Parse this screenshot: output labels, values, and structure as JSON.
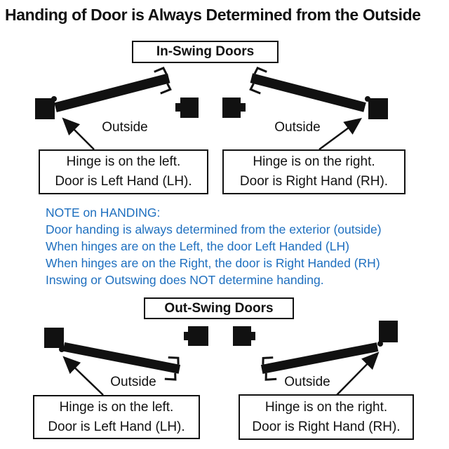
{
  "title": "Handing of Door is Always Determined from the Outside",
  "inswing": {
    "heading": "In-Swing Doors",
    "left_outside_label": "Outside",
    "right_outside_label": "Outside",
    "left_caption": {
      "line1": "Hinge is on the left.",
      "line2": "Door is Left Hand (LH)."
    },
    "right_caption": {
      "line1": "Hinge is on the right.",
      "line2": "Door is Right Hand (RH)."
    }
  },
  "note": {
    "lines": [
      "NOTE on HANDING:",
      "Door handing is always determined from the exterior (outside)",
      "When hinges are on the Left, the door Left Handed (LH)",
      "When hinges are on the Right, the door is Right Handed (RH)",
      "Inswing or Outswing does NOT determine handing."
    ]
  },
  "outswing": {
    "heading": "Out-Swing Doors",
    "left_outside_label": "Outside",
    "right_outside_label": "Outside",
    "left_caption": {
      "line1": "Hinge is on the left.",
      "line2": "Door is Left Hand (LH)."
    },
    "right_caption": {
      "line1": "Hinge is on the right.",
      "line2": "Door is Right Hand (RH)."
    }
  },
  "colors": {
    "ink": "#111111",
    "note_blue": "#1e6fbf",
    "background": "#ffffff"
  }
}
